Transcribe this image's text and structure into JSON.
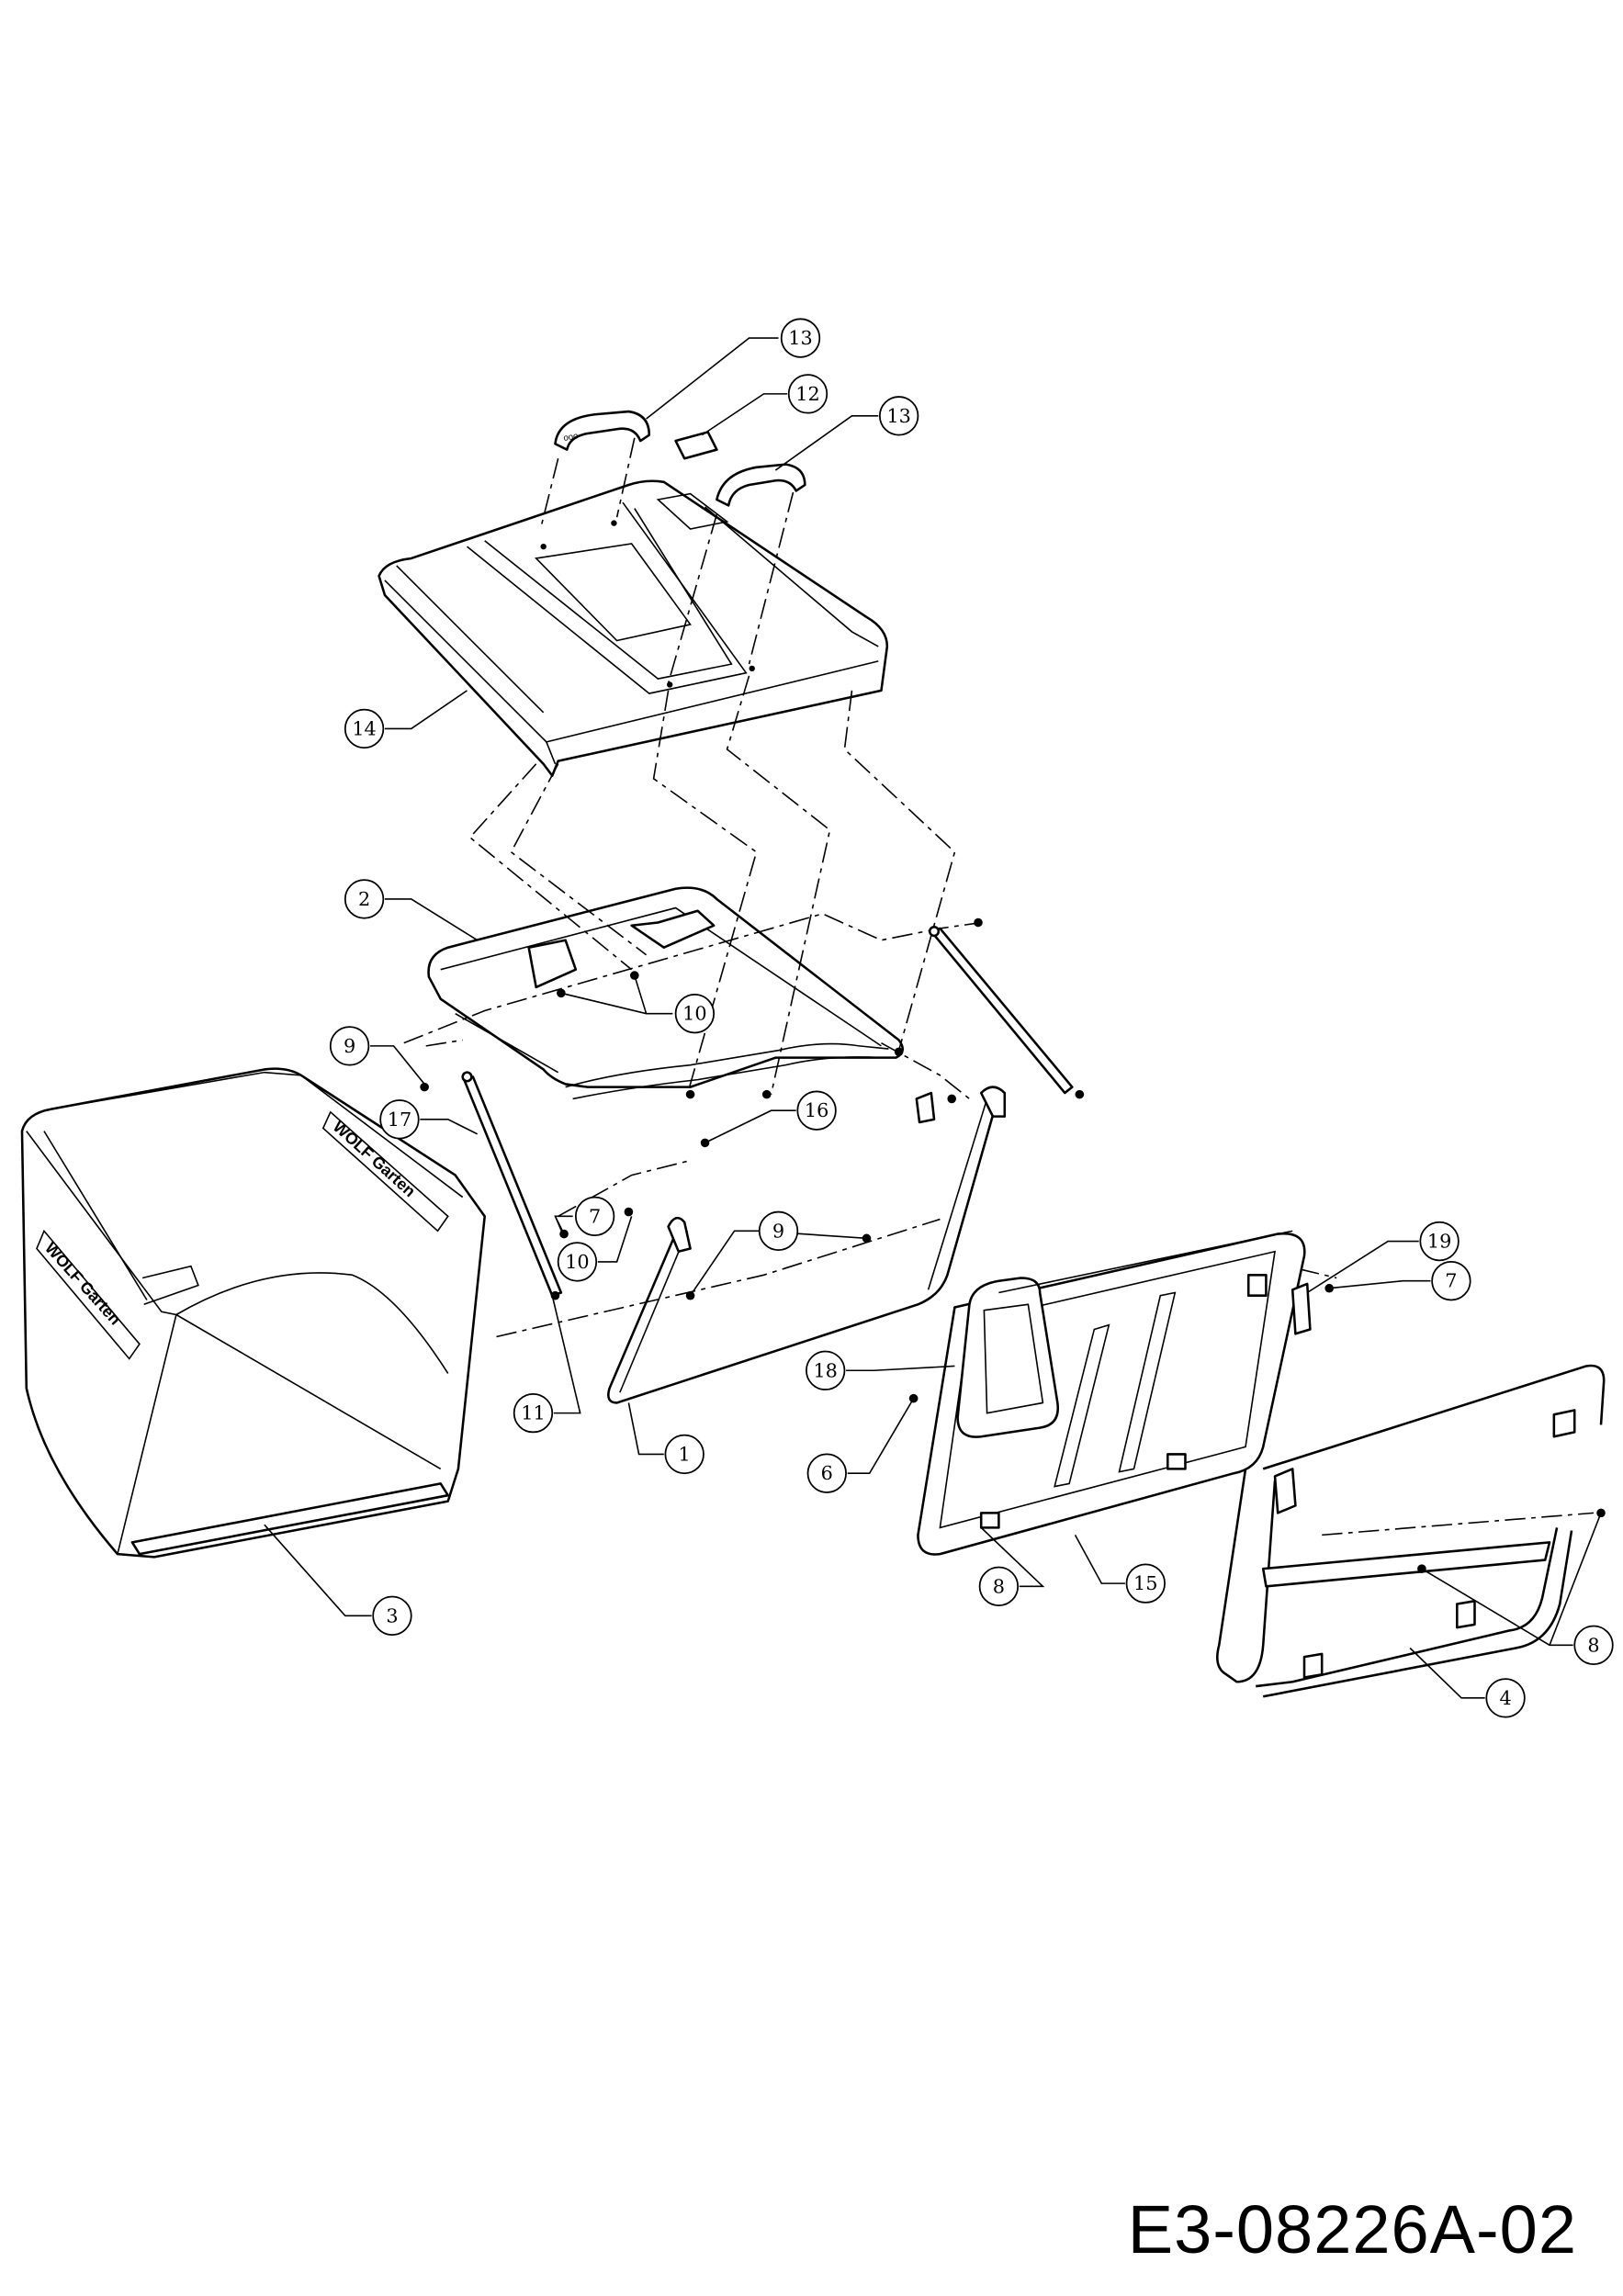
{
  "drawing_code": "E3-08226A-02",
  "brand_logo": {
    "name": "WOLF Garten"
  },
  "callouts": [
    {
      "id": "c13a",
      "label": "13"
    },
    {
      "id": "c12",
      "label": "12"
    },
    {
      "id": "c13b",
      "label": "13"
    },
    {
      "id": "c14",
      "label": "14"
    },
    {
      "id": "c2",
      "label": "2"
    },
    {
      "id": "c10a",
      "label": "10"
    },
    {
      "id": "c9a",
      "label": "9"
    },
    {
      "id": "c17",
      "label": "17"
    },
    {
      "id": "c16",
      "label": "16"
    },
    {
      "id": "c7a",
      "label": "7"
    },
    {
      "id": "c10b",
      "label": "10"
    },
    {
      "id": "c9b",
      "label": "9"
    },
    {
      "id": "c19",
      "label": "19"
    },
    {
      "id": "c7b",
      "label": "7"
    },
    {
      "id": "c18",
      "label": "18"
    },
    {
      "id": "c11",
      "label": "11"
    },
    {
      "id": "c1",
      "label": "1"
    },
    {
      "id": "c6",
      "label": "6"
    },
    {
      "id": "c15",
      "label": "15"
    },
    {
      "id": "c8a",
      "label": "8"
    },
    {
      "id": "c8b",
      "label": "8"
    },
    {
      "id": "c3",
      "label": "3"
    },
    {
      "id": "c4",
      "label": "4"
    }
  ]
}
